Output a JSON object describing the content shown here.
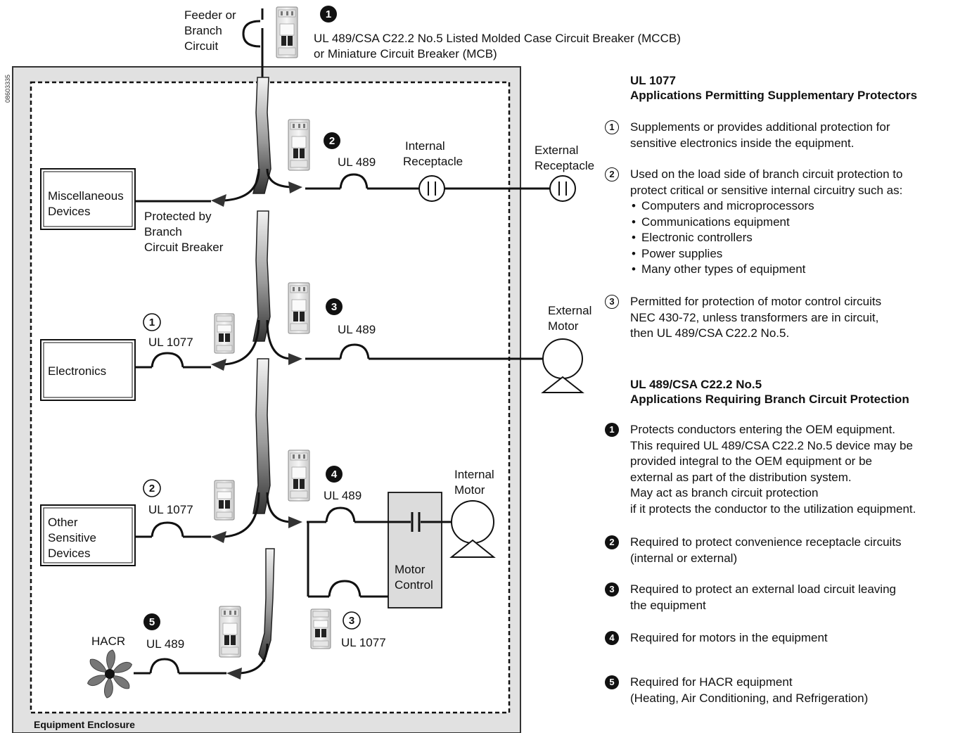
{
  "side_code": "08603335",
  "feeder_label": [
    "Feeder or",
    "Branch",
    "Circuit"
  ],
  "top_breaker_text": [
    "UL 489/CSA C22.2 No.5 Listed Molded Case Circuit Breaker (MCCB)",
    "or Miniature Circuit Breaker (MCB)"
  ],
  "enclosure_label": "Equipment Enclosure",
  "diagram": {
    "misc_devices": [
      "Miscellaneous",
      "Devices"
    ],
    "protected_by": [
      "Protected by",
      "Branch",
      "Circuit Breaker"
    ],
    "ul489": "UL 489",
    "ul1077": "UL 1077",
    "internal_receptacle": [
      "Internal",
      "Receptacle"
    ],
    "external_receptacle": [
      "External",
      "Receptacle"
    ],
    "electronics": "Electronics",
    "external_motor": [
      "External",
      "Motor"
    ],
    "other_sensitive": [
      "Other",
      "Sensitive",
      "Devices"
    ],
    "internal_motor": [
      "Internal",
      "Motor"
    ],
    "motor_control": [
      "Motor",
      "Control"
    ],
    "hacr": "HACR"
  },
  "badges": {
    "one": "1",
    "two": "2",
    "three": "3",
    "four": "4",
    "five": "5"
  },
  "legend": {
    "ul1077_heading": [
      "UL 1077",
      "Applications Permitting Supplementary Protectors"
    ],
    "ul1077_items": [
      {
        "num": "1",
        "lines": [
          "Supplements or provides additional protection for",
          "sensitive electronics inside the equipment."
        ]
      },
      {
        "num": "2",
        "lines": [
          "Used on the load side of branch circuit protection to",
          "protect critical or sensitive internal circuitry such as:"
        ],
        "bullets": [
          "Computers and microprocessors",
          "Communications equipment",
          "Electronic controllers",
          "Power supplies",
          "Many other types of equipment"
        ]
      },
      {
        "num": "3",
        "lines": [
          "Permitted for protection of motor control circuits",
          "NEC 430-72, unless transformers are in circuit,",
          "then UL 489/CSA C22.2 No.5."
        ]
      }
    ],
    "ul489_heading": [
      "UL 489/CSA C22.2 No.5",
      "Applications Requiring Branch Circuit Protection"
    ],
    "ul489_items": [
      {
        "num": "1",
        "lines": [
          "Protects conductors entering the OEM equipment.",
          "This required UL 489/CSA C22.2 No.5 device may be",
          "provided integral to the OEM equipment or be",
          "external as part of the distribution system.",
          "May act as branch circuit protection",
          "if it protects the conductor to the utilization equipment."
        ]
      },
      {
        "num": "2",
        "lines": [
          "Required to protect convenience receptacle circuits",
          "(internal or external)"
        ]
      },
      {
        "num": "3",
        "lines": [
          "Required to protect an external load circuit leaving",
          "the equipment"
        ]
      },
      {
        "num": "4",
        "lines": [
          "Required for motors in the equipment"
        ]
      },
      {
        "num": "5",
        "lines": [
          "Required for HACR equipment",
          "(Heating, Air Conditioning, and Refrigeration)"
        ]
      }
    ]
  }
}
